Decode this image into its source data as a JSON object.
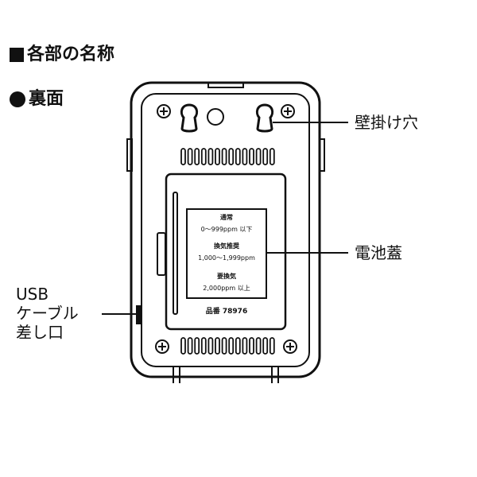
{
  "section_heading": "各部の名称",
  "sub_heading": "裏面",
  "labels": {
    "wall_hole": "壁掛け穴",
    "battery_cover": "電池蓋",
    "usb_port": [
      "USB",
      "ケーブル",
      "差し口"
    ]
  },
  "cover_label": {
    "normal_title": "通常",
    "normal_range": "0～999ppm 以下",
    "vent_title": "換気推奨",
    "vent_range": "1,000～1,999ppm",
    "must_title": "要換気",
    "must_range": "2,000ppm 以上",
    "model_number": "品番 78976"
  },
  "colors": {
    "line": "#111111",
    "background": "#ffffff"
  }
}
